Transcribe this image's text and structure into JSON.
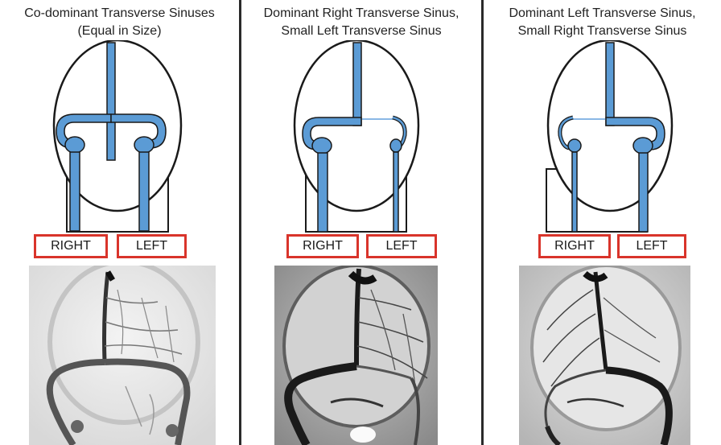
{
  "panels": [
    {
      "title_line1": "Co-dominant Transverse Sinuses",
      "title_line2": "(Equal in Size)",
      "right_label": "RIGHT",
      "left_label": "LEFT"
    },
    {
      "title_line1": "Dominant Right Transverse Sinus,",
      "title_line2": "Small Left Transverse Sinus",
      "right_label": "RIGHT",
      "left_label": "LEFT"
    },
    {
      "title_line1": "Dominant Left Transverse Sinus,",
      "title_line2": "Small Right Transverse Sinus",
      "right_label": "RIGHT",
      "left_label": "LEFT"
    }
  ],
  "colors": {
    "sinus_fill": "#5b9bd5",
    "outline": "#1a1a1a",
    "label_border": "#d9342b",
    "divider": "#2a2a2a"
  }
}
